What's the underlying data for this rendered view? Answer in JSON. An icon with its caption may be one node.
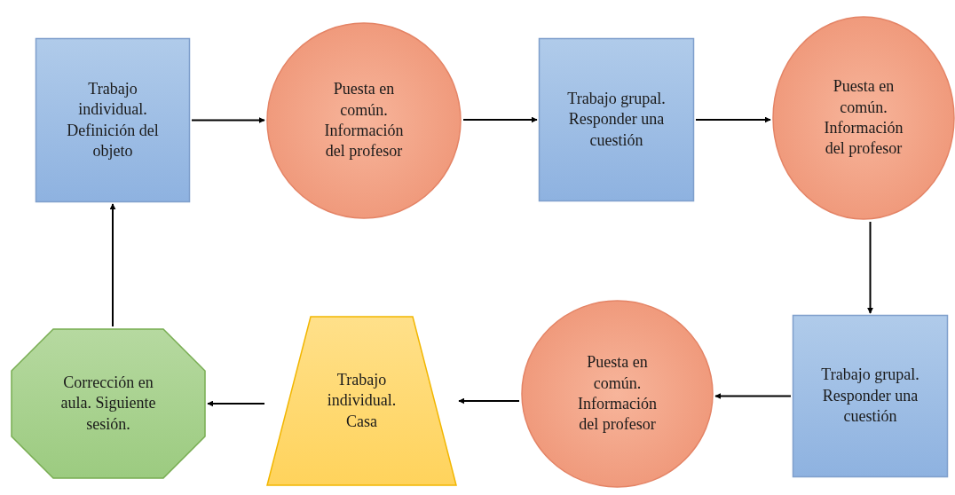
{
  "diagram": {
    "nodes": [
      {
        "text": [
          "Trabajo individual. Definición del objeto"
        ]
      },
      {
        "text": [
          "Puesta en común. Información del profesor"
        ]
      },
      {
        "text": [
          "Trabajo grupal. Responder una cuestión"
        ]
      },
      {
        "text": [
          "Puesta en común. Información del profesor"
        ]
      },
      {
        "text": [
          "Trabajo grupal. Responder una cuestión"
        ]
      },
      {
        "text": [
          "Puesta en común. Información del profesor"
        ]
      },
      {
        "text": [
          "Trabajo individual. Casa"
        ]
      },
      {
        "text": [
          "Corrección en aula. Siguiente sesión."
        ]
      }
    ],
    "edges": [
      {
        "from": 0,
        "to": 1,
        "arrow": "to"
      },
      {
        "from": 1,
        "to": 2,
        "arrow": "to"
      },
      {
        "from": 2,
        "to": 3,
        "arrow": "to"
      },
      {
        "from": 3,
        "to": 4,
        "arrow": "to"
      },
      {
        "from": 4,
        "to": 5,
        "arrow": "to"
      },
      {
        "from": 5,
        "to": 6,
        "arrow": "to"
      },
      {
        "from": 6,
        "to": 7,
        "arrow": "to"
      },
      {
        "from": 7,
        "to": 0,
        "arrow": "to"
      }
    ]
  }
}
